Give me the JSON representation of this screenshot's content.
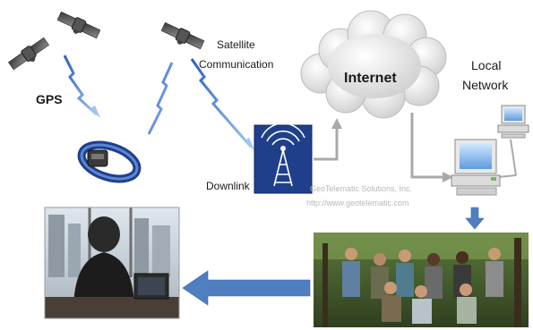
{
  "labels": {
    "gps": "GPS",
    "satellite": "Satellite",
    "communication": "Communication",
    "internet": "Internet",
    "local": "Local",
    "network": "Network",
    "downlink": "Downlink"
  },
  "watermark": {
    "line1": "GeoTelematic Solutions, Inc.",
    "line2": "http://www.geotelematic.com"
  },
  "icons": {
    "satellite": "satellite-icon",
    "collar": "gps-collar-icon",
    "tower": "radio-tower-icon",
    "cloud": "cloud-icon",
    "computer": "computer-icon"
  },
  "colors": {
    "tower_box": "#1f3f8a",
    "signal_blue": "#4a7fd0",
    "arrow_grey": "#a9a9a9",
    "arrow_blue": "#4f7fc0"
  }
}
